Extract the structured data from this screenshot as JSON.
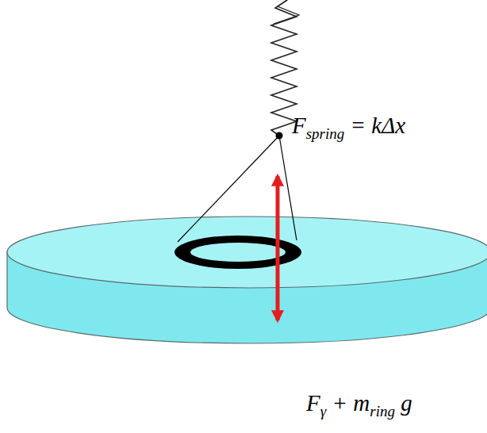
{
  "diagram": {
    "labels": [
      "F",
      "spring",
      "= kΔx",
      "F",
      "γ",
      "+ m",
      "ring",
      "g"
    ]
  }
}
